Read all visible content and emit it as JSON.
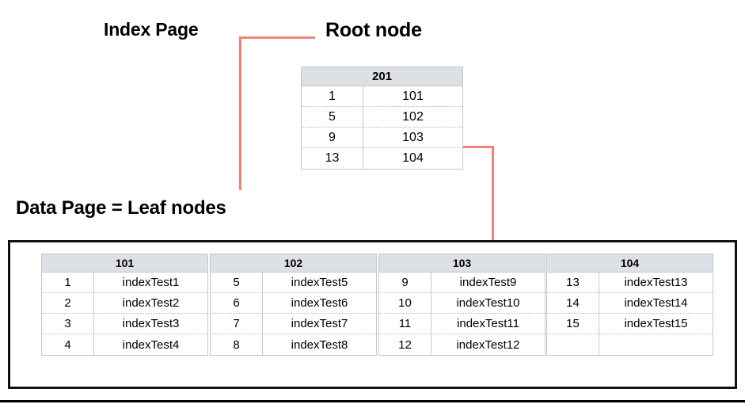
{
  "labels": {
    "index_page": "Index Page",
    "root_node": "Root node",
    "data_page": "Data Page = Leaf nodes"
  },
  "colors": {
    "connector_red": "#f4827a",
    "arrow_red": "#ef4a3c",
    "header_gray": "#dde1e5",
    "border_gray": "#c3c7cb",
    "box_black": "#111111"
  },
  "root": {
    "page_id": "201",
    "rows": [
      {
        "key": "1",
        "value": "101"
      },
      {
        "key": "5",
        "value": "102"
      },
      {
        "key": "9",
        "value": "103"
      },
      {
        "key": "13",
        "value": "104"
      }
    ]
  },
  "leaves": [
    {
      "page_id": "101",
      "rows": [
        {
          "key": "1",
          "value": "indexTest1"
        },
        {
          "key": "2",
          "value": "indexTest2"
        },
        {
          "key": "3",
          "value": "indexTest3"
        },
        {
          "key": "4",
          "value": "indexTest4"
        }
      ]
    },
    {
      "page_id": "102",
      "rows": [
        {
          "key": "5",
          "value": "indexTest5"
        },
        {
          "key": "6",
          "value": "indexTest6"
        },
        {
          "key": "7",
          "value": "indexTest7"
        },
        {
          "key": "8",
          "value": "indexTest8"
        }
      ]
    },
    {
      "page_id": "103",
      "rows": [
        {
          "key": "9",
          "value": "indexTest9"
        },
        {
          "key": "10",
          "value": "indexTest10"
        },
        {
          "key": "11",
          "value": "indexTest11"
        },
        {
          "key": "12",
          "value": "indexTest12"
        }
      ]
    },
    {
      "page_id": "104",
      "rows": [
        {
          "key": "13",
          "value": "indexTest13"
        },
        {
          "key": "14",
          "value": "indexTest14"
        },
        {
          "key": "15",
          "value": "indexTest15"
        },
        {
          "key": "",
          "value": ""
        }
      ]
    }
  ],
  "connectors": [
    {
      "name": "index-page-bracket",
      "kind": "bracket",
      "from": "Index Page",
      "to": "Root node area"
    },
    {
      "name": "root-to-leaf-103",
      "kind": "arrow",
      "from": "201 row 9 -> 103",
      "to": "leaf page 103"
    }
  ]
}
